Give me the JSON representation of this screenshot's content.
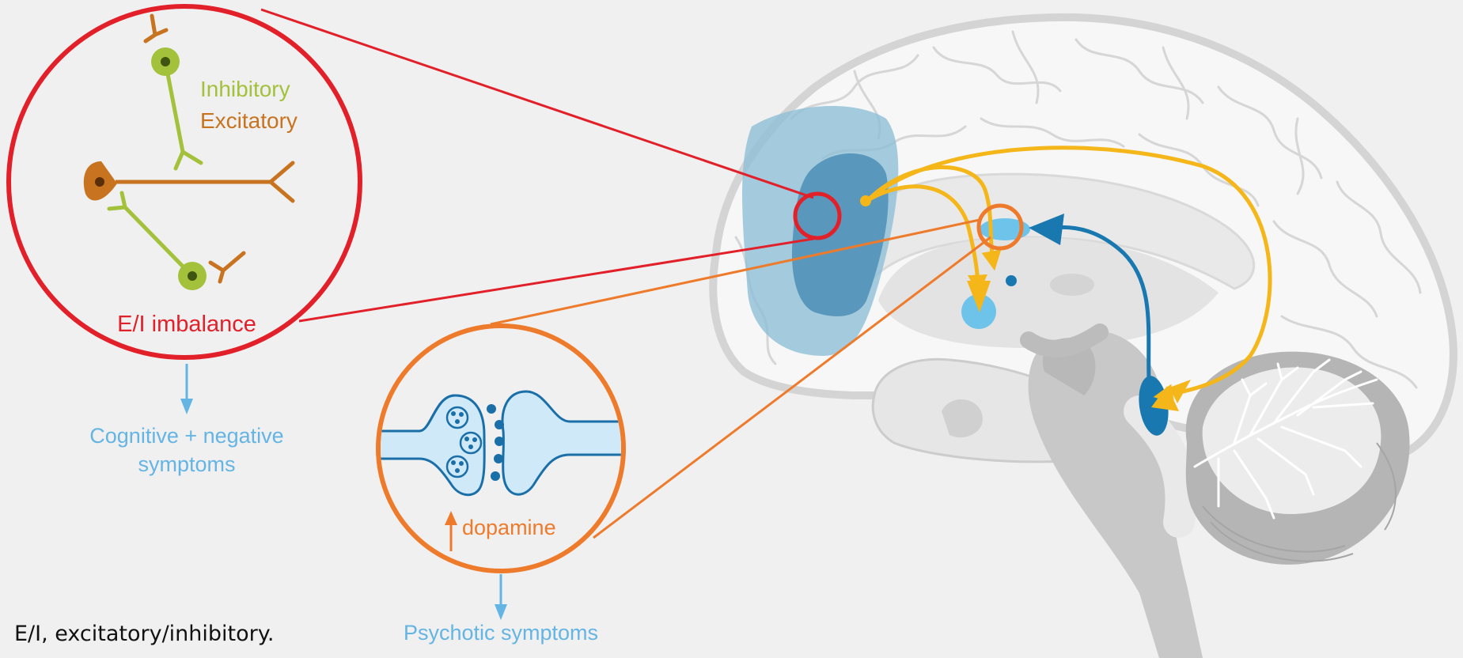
{
  "colors": {
    "background": "#f0f0f0",
    "inhibitory": "#a3c13a",
    "excitatory": "#c8731f",
    "ei_circle": "#e2202a",
    "dopamine_circle": "#ee7b2b",
    "symptom_text": "#64b4e4",
    "pathway_yellow": "#f5b61a",
    "pathway_blue": "#1a78b0",
    "synapse_fill": "#cfe9f8",
    "synapse_stroke": "#1a6fa8"
  },
  "labels": {
    "inhibitory": "Inhibitory",
    "excitatory": "Excitatory",
    "ei_imbalance": "E/I imbalance",
    "cognitive_line1": "Cognitive + negative",
    "cognitive_line2": "symptoms",
    "dopamine": "dopamine",
    "psychotic": "Psychotic symptoms"
  },
  "footnote": "E/I, excitatory/inhibitory."
}
